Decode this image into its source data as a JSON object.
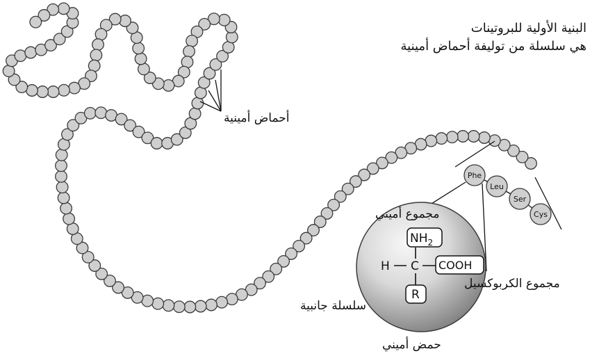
{
  "title": {
    "line1": "البنية الأولية للبروتينات",
    "line2": "هي سلسلة من توليفة أحماض أمينية"
  },
  "labels": {
    "amino_acids": "أحماض أمينية",
    "amino_group": "مجموع أميني",
    "carboxyl_group": "مجموع الكربوكسيل",
    "side_chain": "سلسلة جانبية",
    "amino_acid": "حمض أميني"
  },
  "residues": [
    "Phe",
    "Leu",
    "Ser",
    "Cys"
  ],
  "formula": {
    "amino": "NH",
    "amino_sub": "2",
    "hydrogen": "H",
    "carbon": "C",
    "carboxyl": "COOH",
    "side": "R"
  },
  "colors": {
    "bead_fill": "#cfcfcf",
    "bead_stroke": "#3a3a3a",
    "sphere_light": "#f5f5f5",
    "sphere_dark": "#777777"
  }
}
